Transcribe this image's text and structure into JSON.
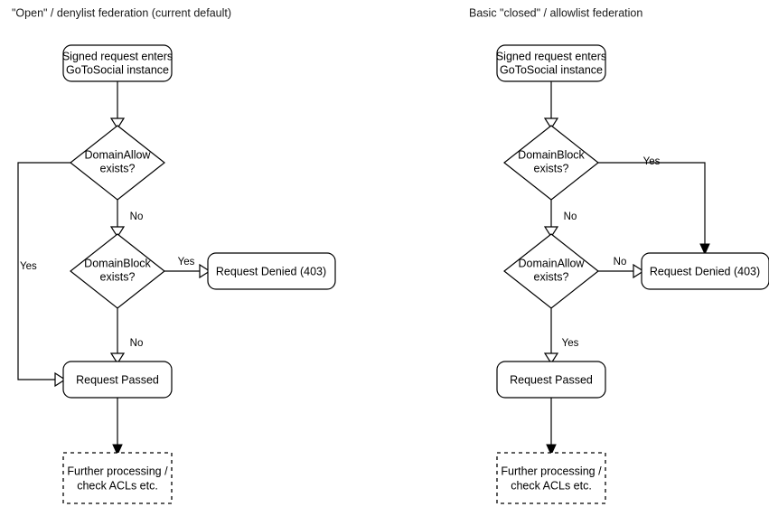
{
  "diagram": {
    "type": "flowchart",
    "background": "#ffffff",
    "stroke_color": "#000000",
    "panels": [
      {
        "id": "open-denylist",
        "title": "\"Open\" / denylist federation (current default)",
        "nodes": [
          {
            "id": "start",
            "shape": "rounded-rect",
            "lines": [
              "Signed request enters",
              "GoToSocial instance"
            ]
          },
          {
            "id": "domain-allow",
            "shape": "diamond",
            "lines": [
              "DomainAllow",
              "exists?"
            ]
          },
          {
            "id": "domain-block",
            "shape": "diamond",
            "lines": [
              "DomainBlock",
              "exists?"
            ]
          },
          {
            "id": "request-denied",
            "shape": "rounded-rect",
            "lines": [
              "Request Denied (403)"
            ]
          },
          {
            "id": "request-passed",
            "shape": "rounded-rect",
            "lines": [
              "Request Passed"
            ]
          },
          {
            "id": "further-processing",
            "shape": "dashed-rect",
            "lines": [
              "Further processing /",
              "check ACLs etc."
            ]
          }
        ],
        "edges": [
          {
            "from": "start",
            "to": "domain-allow",
            "label": ""
          },
          {
            "from": "domain-allow",
            "to": "request-passed",
            "label": "Yes"
          },
          {
            "from": "domain-allow",
            "to": "domain-block",
            "label": "No"
          },
          {
            "from": "domain-block",
            "to": "request-denied",
            "label": "Yes"
          },
          {
            "from": "domain-block",
            "to": "request-passed",
            "label": "No"
          },
          {
            "from": "request-passed",
            "to": "further-processing",
            "label": ""
          }
        ]
      },
      {
        "id": "closed-allowlist",
        "title": "Basic \"closed\" / allowlist federation",
        "nodes": [
          {
            "id": "start",
            "shape": "rounded-rect",
            "lines": [
              "Signed request enters",
              "GoToSocial instance"
            ]
          },
          {
            "id": "domain-block",
            "shape": "diamond",
            "lines": [
              "DomainBlock",
              "exists?"
            ]
          },
          {
            "id": "domain-allow",
            "shape": "diamond",
            "lines": [
              "DomainAllow",
              "exists?"
            ]
          },
          {
            "id": "request-denied",
            "shape": "rounded-rect",
            "lines": [
              "Request Denied (403)"
            ]
          },
          {
            "id": "request-passed",
            "shape": "rounded-rect",
            "lines": [
              "Request Passed"
            ]
          },
          {
            "id": "further-processing",
            "shape": "dashed-rect",
            "lines": [
              "Further processing /",
              "check ACLs etc."
            ]
          }
        ],
        "edges": [
          {
            "from": "start",
            "to": "domain-block",
            "label": ""
          },
          {
            "from": "domain-block",
            "to": "request-denied",
            "label": "Yes"
          },
          {
            "from": "domain-block",
            "to": "domain-allow",
            "label": "No"
          },
          {
            "from": "domain-allow",
            "to": "request-denied",
            "label": "No"
          },
          {
            "from": "domain-allow",
            "to": "request-passed",
            "label": "Yes"
          },
          {
            "from": "request-passed",
            "to": "further-processing",
            "label": ""
          }
        ]
      }
    ]
  }
}
